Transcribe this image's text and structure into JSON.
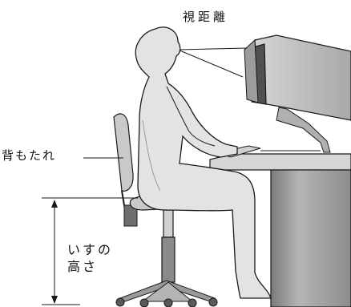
{
  "labels": {
    "viewing_distance": "視距離",
    "backrest": "背もたれ",
    "seat_height_line1": "いすの",
    "seat_height_line2": "高さ"
  },
  "colors": {
    "body_fill": "#e3e3e3",
    "chair_fill": "#c9c9c9",
    "monitor_fill": "#bdbdbd",
    "desk_top": "#d6d6d6",
    "desk_leg": "#9a9a9a",
    "outline": "#1a1a1a"
  }
}
